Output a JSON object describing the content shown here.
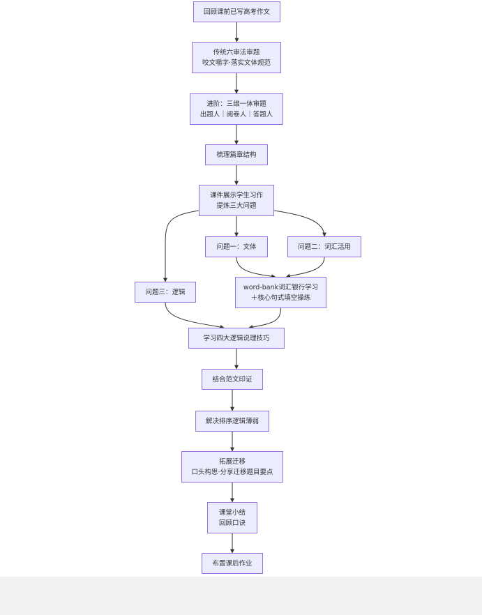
{
  "flowchart": {
    "nodes": [
      {
        "id": "n1",
        "lines": [
          "回顾课前已写高考作文"
        ]
      },
      {
        "id": "n2",
        "lines": [
          "传统六审法审题",
          "咬文嚼字·落实文体规范"
        ]
      },
      {
        "id": "n3",
        "lines": [
          "进阶：三维一体审题",
          "出题人｜阅卷人｜答题人"
        ]
      },
      {
        "id": "n4",
        "lines": [
          "梳理篇章结构"
        ]
      },
      {
        "id": "n5",
        "lines": [
          "课件展示学生习作",
          "提炼三大问题"
        ]
      },
      {
        "id": "n6",
        "lines": [
          "问题一：文体"
        ]
      },
      {
        "id": "n7",
        "lines": [
          "问题二：词汇活用"
        ]
      },
      {
        "id": "n8",
        "lines": [
          "问题三：逻辑"
        ]
      },
      {
        "id": "n9",
        "lines": [
          "word-bank词汇银行学习",
          "＋核心句式填空操练"
        ]
      },
      {
        "id": "n10",
        "lines": [
          "学习四大逻辑说理技巧"
        ]
      },
      {
        "id": "n11",
        "lines": [
          "结合范文印证"
        ]
      },
      {
        "id": "n12",
        "lines": [
          "解决排序逻辑薄弱"
        ]
      },
      {
        "id": "n13",
        "lines": [
          "拓展迁移",
          "口头构思·分享迁移题目要点"
        ]
      },
      {
        "id": "n14",
        "lines": [
          "课堂小结",
          "回顾口诀"
        ]
      },
      {
        "id": "n15",
        "lines": [
          "布置课后作业"
        ]
      }
    ],
    "edges": [
      [
        "n1",
        "n2"
      ],
      [
        "n2",
        "n3"
      ],
      [
        "n3",
        "n4"
      ],
      [
        "n4",
        "n5"
      ],
      [
        "n5",
        "n6"
      ],
      [
        "n5",
        "n7"
      ],
      [
        "n5",
        "n8"
      ],
      [
        "n6",
        "n9"
      ],
      [
        "n7",
        "n9"
      ],
      [
        "n8",
        "n10"
      ],
      [
        "n9",
        "n10"
      ],
      [
        "n10",
        "n11"
      ],
      [
        "n11",
        "n12"
      ],
      [
        "n12",
        "n13"
      ],
      [
        "n13",
        "n14"
      ],
      [
        "n14",
        "n15"
      ]
    ]
  },
  "colors": {
    "node_fill": "#ececff",
    "node_border": "#9370db",
    "edge": "#333333",
    "text": "#333333",
    "footer_bg": "#f2f2f3"
  }
}
